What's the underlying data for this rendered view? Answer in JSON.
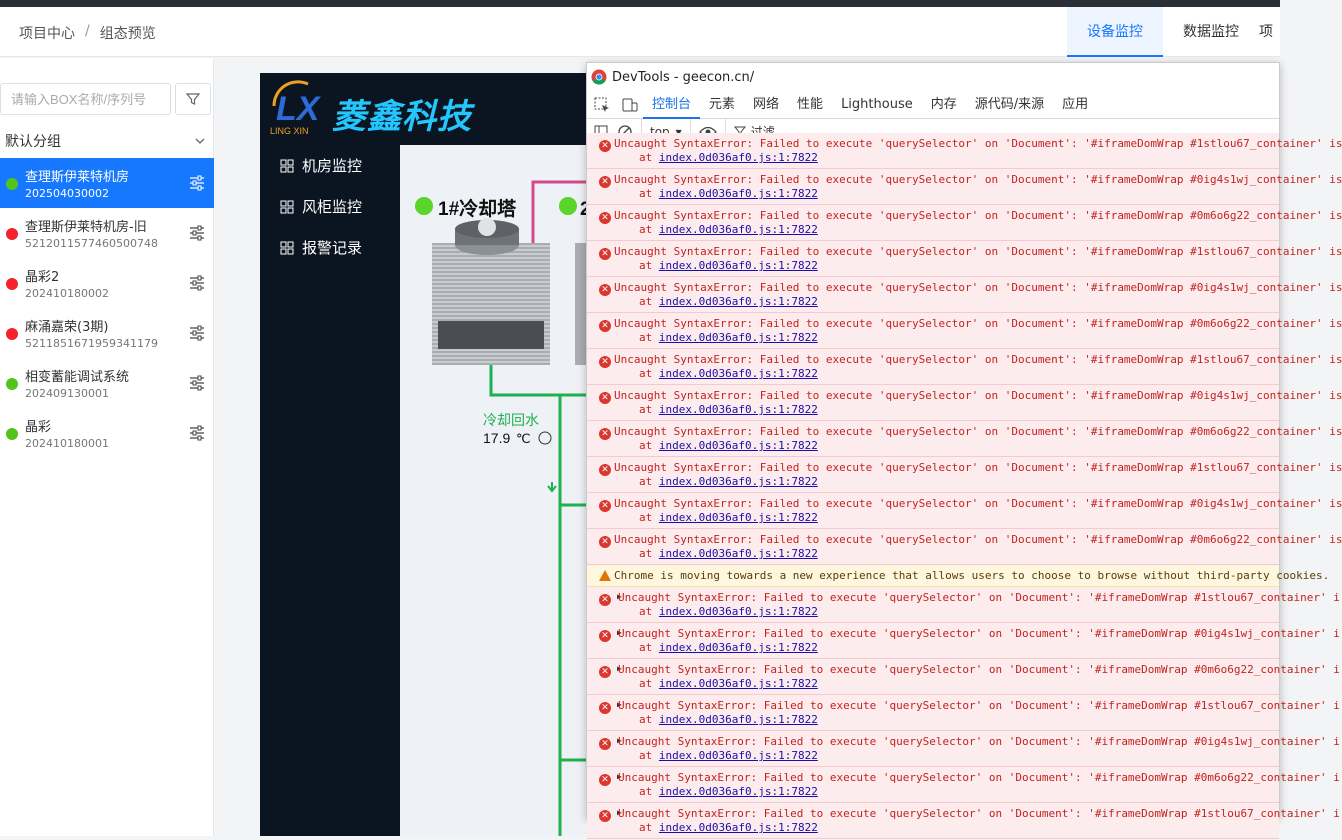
{
  "header": {
    "breadcrumb": [
      "项目中心",
      "/",
      "组态预览"
    ],
    "tabs": [
      "设备监控",
      "数据监控",
      "项"
    ],
    "active_tab": 0
  },
  "sidebar": {
    "search_placeholder": "请输入BOX名称/序列号",
    "group_label": "默认分组",
    "devices": [
      {
        "name": "查理斯伊莱特机房",
        "sn": "202504030002",
        "status": "online",
        "active": true
      },
      {
        "name": "查理斯伊莱特机房-旧",
        "sn": "5212011577460500748",
        "status": "offline"
      },
      {
        "name": "晶彩2",
        "sn": "202410180002",
        "status": "offline"
      },
      {
        "name": "麻涌嘉荣(3期)",
        "sn": "5211851671959341179",
        "status": "offline"
      },
      {
        "name": "相变蓄能调试系统",
        "sn": "202409130001",
        "status": "online"
      },
      {
        "name": "晶彩",
        "sn": "202410180001",
        "status": "online"
      }
    ],
    "colors": {
      "online": "#52c41a",
      "offline": "#f5222d"
    }
  },
  "app": {
    "logo_text": "LX",
    "logo_sub": "LING XIN",
    "brand": "菱鑫科技",
    "menu": [
      "机房监控",
      "风柜监控",
      "报警记录"
    ],
    "scada": {
      "tower1_label": "1#冷却塔",
      "tower2_label": "2",
      "return_label": "冷却回水",
      "return_temp": "17.9",
      "return_unit": "℃"
    }
  },
  "devtools": {
    "title": "DevTools - geecon.cn/",
    "tabs": [
      "控制台",
      "元素",
      "网络",
      "性能",
      "Lighthouse",
      "内存",
      "源代码/来源",
      "应用"
    ],
    "active_tab": 0,
    "context": "top",
    "filter_label": "过滤",
    "link": "index.0d036af0.js:1:7822",
    "at": "at",
    "warning": "Chrome is moving towards a new experience that allows users to choose to browse without third-party cookies.",
    "messages": [
      "Uncaught SyntaxError: Failed to execute 'querySelector' on 'Document': '#iframeDomWrap #1stlou67_container' is",
      "Uncaught SyntaxError: Failed to execute 'querySelector' on 'Document': '#iframeDomWrap #0ig4s1wj_container' is",
      "Uncaught SyntaxError: Failed to execute 'querySelector' on 'Document': '#iframeDomWrap #0m6o6g22_container' is",
      "Uncaught SyntaxError: Failed to execute 'querySelector' on 'Document': '#iframeDomWrap #1stlou67_container' is",
      "Uncaught SyntaxError: Failed to execute 'querySelector' on 'Document': '#iframeDomWrap #0ig4s1wj_container' is",
      "Uncaught SyntaxError: Failed to execute 'querySelector' on 'Document': '#iframeDomWrap #0m6o6g22_container' is",
      "Uncaught SyntaxError: Failed to execute 'querySelector' on 'Document': '#iframeDomWrap #1stlou67_container' is",
      "Uncaught SyntaxError: Failed to execute 'querySelector' on 'Document': '#iframeDomWrap #0ig4s1wj_container' is",
      "Uncaught SyntaxError: Failed to execute 'querySelector' on 'Document': '#iframeDomWrap #0m6o6g22_container' is",
      "Uncaught SyntaxError: Failed to execute 'querySelector' on 'Document': '#iframeDomWrap #1stlou67_container' is",
      "Uncaught SyntaxError: Failed to execute 'querySelector' on 'Document': '#iframeDomWrap #0ig4s1wj_container' is",
      "Uncaught SyntaxError: Failed to execute 'querySelector' on 'Document': '#iframeDomWrap #0m6o6g22_container' is"
    ],
    "expanded_messages": [
      "Uncaught SyntaxError: Failed to execute 'querySelector' on 'Document': '#iframeDomWrap #1stlou67_container' i",
      "Uncaught SyntaxError: Failed to execute 'querySelector' on 'Document': '#iframeDomWrap #0ig4s1wj_container' i",
      "Uncaught SyntaxError: Failed to execute 'querySelector' on 'Document': '#iframeDomWrap #0m6o6g22_container' i",
      "Uncaught SyntaxError: Failed to execute 'querySelector' on 'Document': '#iframeDomWrap #1stlou67_container' i",
      "Uncaught SyntaxError: Failed to execute 'querySelector' on 'Document': '#iframeDomWrap #0ig4s1wj_container' i",
      "Uncaught SyntaxError: Failed to execute 'querySelector' on 'Document': '#iframeDomWrap #0m6o6g22_container' i",
      "Uncaught SyntaxError: Failed to execute 'querySelector' on 'Document': '#iframeDomWrap #1stlou67_container' i"
    ]
  }
}
